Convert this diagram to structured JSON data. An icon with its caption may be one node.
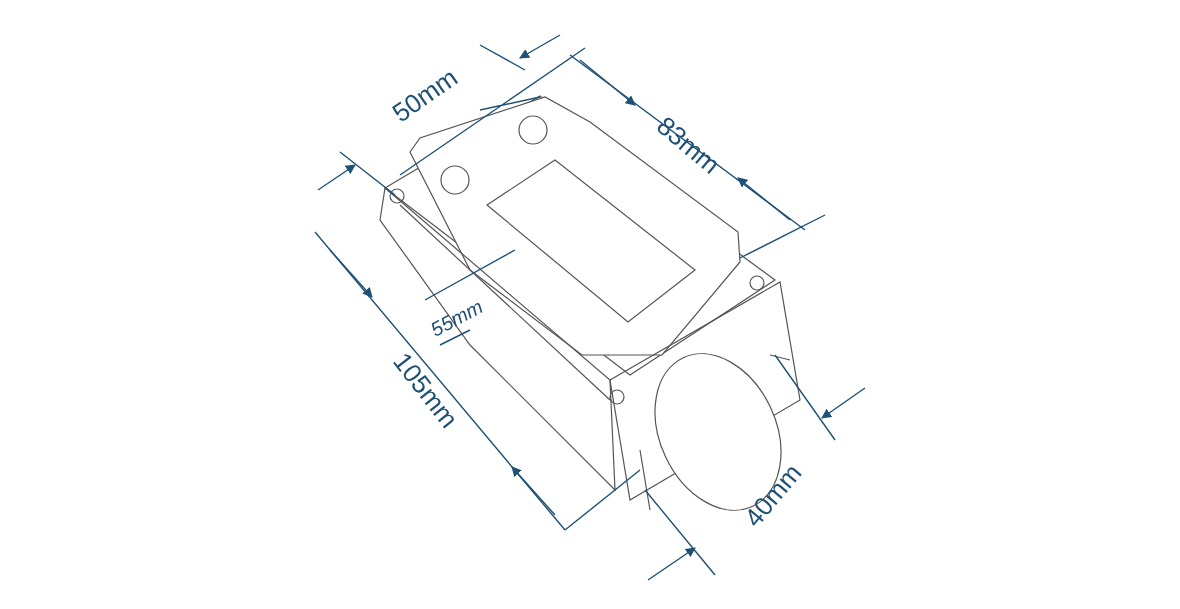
{
  "diagram": {
    "labels": [
      "50mm",
      "83mm",
      "55mm",
      "105mm",
      "40mm"
    ]
  }
}
